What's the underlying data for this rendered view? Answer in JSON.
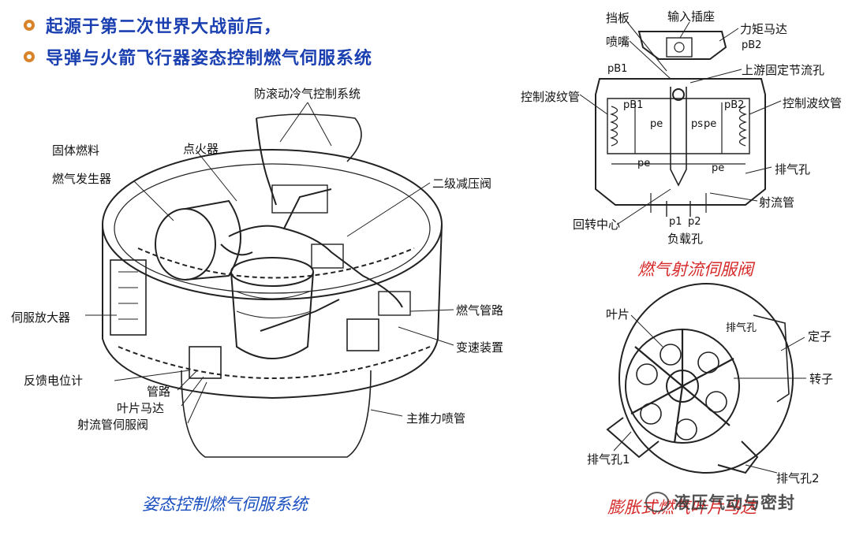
{
  "bullets": [
    "起源于第二次世界大战前后，",
    "导弹与火箭飞行器姿态控制燃气伺服系统"
  ],
  "left_diagram": {
    "caption": "姿态控制燃气伺服系统",
    "labels": {
      "roll_control": "防滚动冷气控制系统",
      "solid_fuel_1": "固体燃料",
      "solid_fuel_2": "燃气发生器",
      "igniter": "点火器",
      "reducer": "二级减压阀",
      "servo_amp": "伺服放大器",
      "gas_line": "燃气管路",
      "speed_device": "变速装置",
      "feedback": "反馈电位计",
      "pipe": "管路",
      "vane_motor": "叶片马达",
      "jet_valve": "射流管伺服阀",
      "main_nozzle": "主推力喷管"
    }
  },
  "valve_diagram": {
    "caption": "燃气射流伺服阀",
    "labels": {
      "baffle": "挡板",
      "input_socket": "输入插座",
      "torque_motor": "力矩马达",
      "nozzle": "喷嘴",
      "pb2_top": "pB2",
      "pb1_top": "pB1",
      "upstream_orifice": "上游固定节流孔",
      "bellows_left": "控制波纹管",
      "bellows_right": "控制波纹管",
      "pb1_in": "pB1",
      "pb2_in": "pB2",
      "pe_l": "pe",
      "ps": "ps",
      "pe_r": "pe",
      "pe_low_l": "pe",
      "pe_low_r": "pe",
      "exhaust": "排气孔",
      "jet_tube": "射流管",
      "rotation_center": "回转中心",
      "p1": "p1",
      "p2": "p2",
      "load_port": "负载孔"
    }
  },
  "motor_diagram": {
    "caption": "膨胀式燃气叶片马达",
    "labels": {
      "vane": "叶片",
      "exhaust_small": "排气孔",
      "stator": "定子",
      "rotor": "转子",
      "exhaust1": "排气孔1",
      "exhaust2": "排气孔2"
    }
  },
  "watermark": "液压气动与密封",
  "colors": {
    "bullet_text": "#1a3fb0",
    "bullet_dot": "#d9842a",
    "caption_blue": "#1a4fc0",
    "caption_red": "#d62a2a"
  }
}
